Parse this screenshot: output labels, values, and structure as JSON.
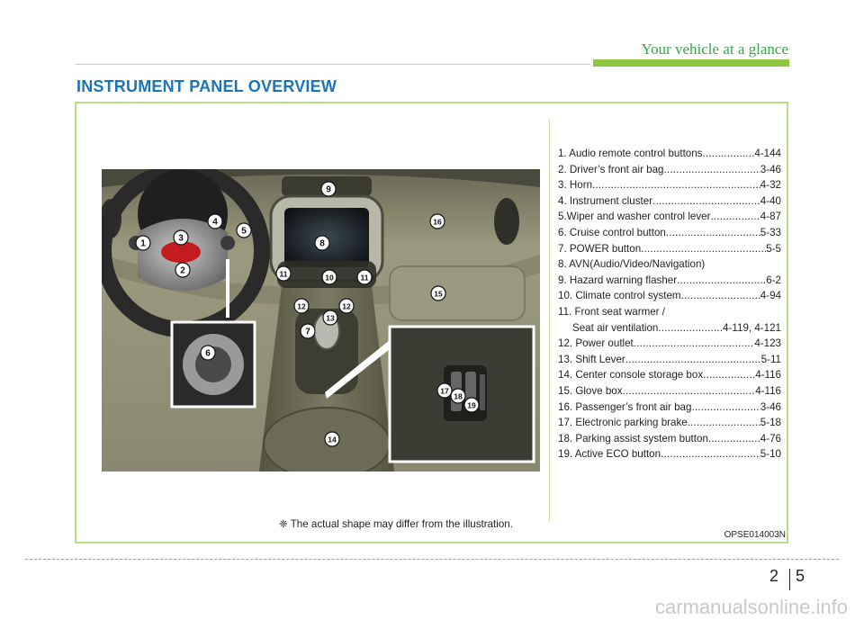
{
  "header": {
    "title": "Your vehicle at a glance"
  },
  "section_title": "INSTRUMENT PANEL OVERVIEW",
  "items": [
    {
      "label": "1. Audio remote control buttons",
      "page": "4-144"
    },
    {
      "label": "2. Driver’s front air bag ",
      "page": "3-46"
    },
    {
      "label": "3. Horn ",
      "page": "4-32"
    },
    {
      "label": "4. Instrument cluster ",
      "page": "4-40"
    },
    {
      "label": "5.Wiper and washer control lever ",
      "page": "4-87"
    },
    {
      "label": "6. Cruise control button ",
      "page": "5-33"
    },
    {
      "label": "7. POWER button ",
      "page": "5-5"
    },
    {
      "label": "8. AVN(Audio/Video/Navigation)",
      "page": ""
    },
    {
      "label": "9. Hazard warning flasher",
      "page": "6-2"
    },
    {
      "label": "10. Climate control system ",
      "page": "4-94"
    },
    {
      "label": "11. Front seat warmer /",
      "page": "",
      "continuation": "Seat air ventilation",
      "continuation_page": "4-119, 4-121"
    },
    {
      "label": "12. Power outlet ",
      "page": "4-123"
    },
    {
      "label": "13. Shift Lever",
      "page": "5-11"
    },
    {
      "label": "14. Center console storage box",
      "page": "4-116"
    },
    {
      "label": "15. Glove box ",
      "page": "4-116"
    },
    {
      "label": "16. Passenger’s front air bag ",
      "page": "3-46"
    },
    {
      "label": "17. Electronic parking brake ",
      "page": "5-18"
    },
    {
      "label": "18. Parking assist system button ",
      "page": "4-76"
    },
    {
      "label": "19. Active ECO button ",
      "page": "5-10"
    }
  ],
  "callouts": [
    "1",
    "2",
    "3",
    "4",
    "5",
    "6",
    "7",
    "8",
    "9",
    "10",
    "11",
    "11",
    "12",
    "12",
    "13",
    "14",
    "15",
    "16",
    "17",
    "18",
    "19"
  ],
  "note": "❈ The actual shape may differ from the illustration.",
  "image_code": "OPSE014003N",
  "footer": {
    "chapter": "2",
    "page": "5",
    "watermark": "carmanualsonline.info"
  },
  "colors": {
    "accent_green": "#8dc63f",
    "header_text": "#3aa54a",
    "title_blue": "#1a74b9",
    "panel_border": "#b9dc8a",
    "dash_color": "#8f8d6e",
    "console_color": "#5f5e4c"
  }
}
